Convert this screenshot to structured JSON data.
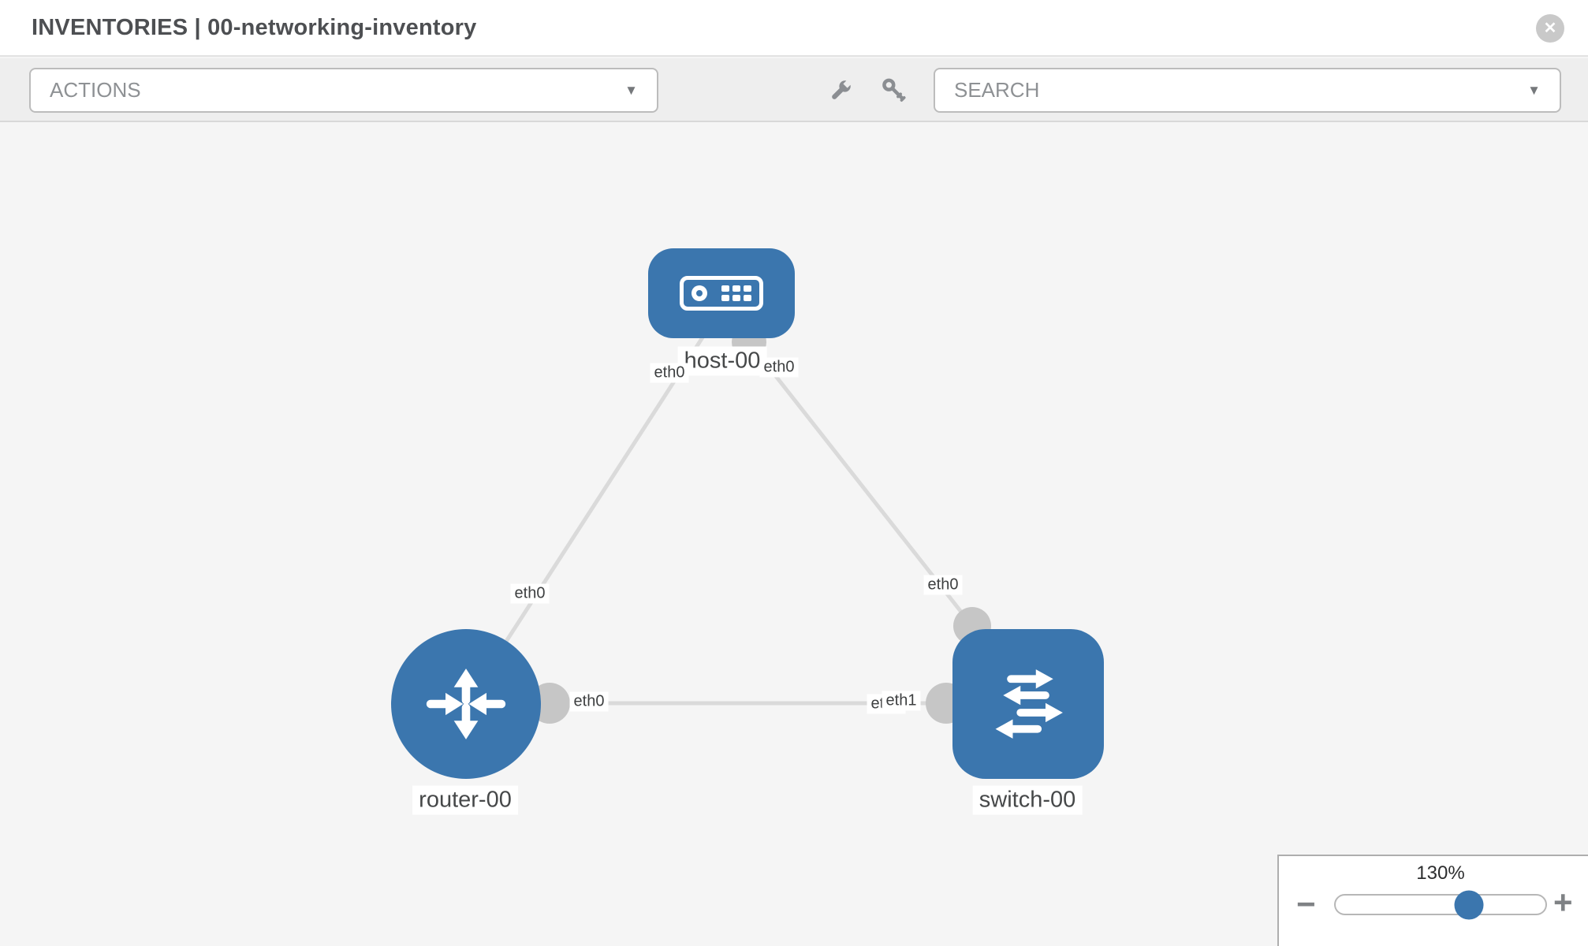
{
  "header": {
    "title": "INVENTORIES | 00-networking-inventory",
    "close_label": "✕"
  },
  "toolbar": {
    "actions": {
      "label": "ACTIONS",
      "caret": "▼"
    },
    "search": {
      "label": "SEARCH",
      "caret": "▼"
    }
  },
  "topology": {
    "nodes": [
      {
        "id": "host-00",
        "label": "host-00",
        "type": "host"
      },
      {
        "id": "router-00",
        "label": "router-00",
        "type": "router"
      },
      {
        "id": "switch-00",
        "label": "switch-00",
        "type": "switch"
      }
    ],
    "port_labels": [
      {
        "text": "eth0",
        "position": "host-bottom-left"
      },
      {
        "text": "eth0",
        "position": "host-bottom-right"
      },
      {
        "text": "eth0",
        "position": "link-host-router"
      },
      {
        "text": "eth0",
        "position": "link-host-switch"
      },
      {
        "text": "eth0",
        "position": "router-east"
      },
      {
        "text": "eth0",
        "position": "switch-west-back"
      },
      {
        "text": "eth1",
        "position": "switch-west-front"
      }
    ],
    "links": [
      {
        "from": "host-00",
        "to": "router-00"
      },
      {
        "from": "host-00",
        "to": "switch-00"
      },
      {
        "from": "router-00",
        "to": "switch-00"
      }
    ]
  },
  "zoom_control": {
    "level": "130%",
    "minus": "−",
    "plus": "+"
  },
  "colors": {
    "node_blue": "#3b76ae",
    "link_gray": "#dadada",
    "connector_gray": "#c6c6c6",
    "toolbar_gray": "#eeeeee"
  }
}
